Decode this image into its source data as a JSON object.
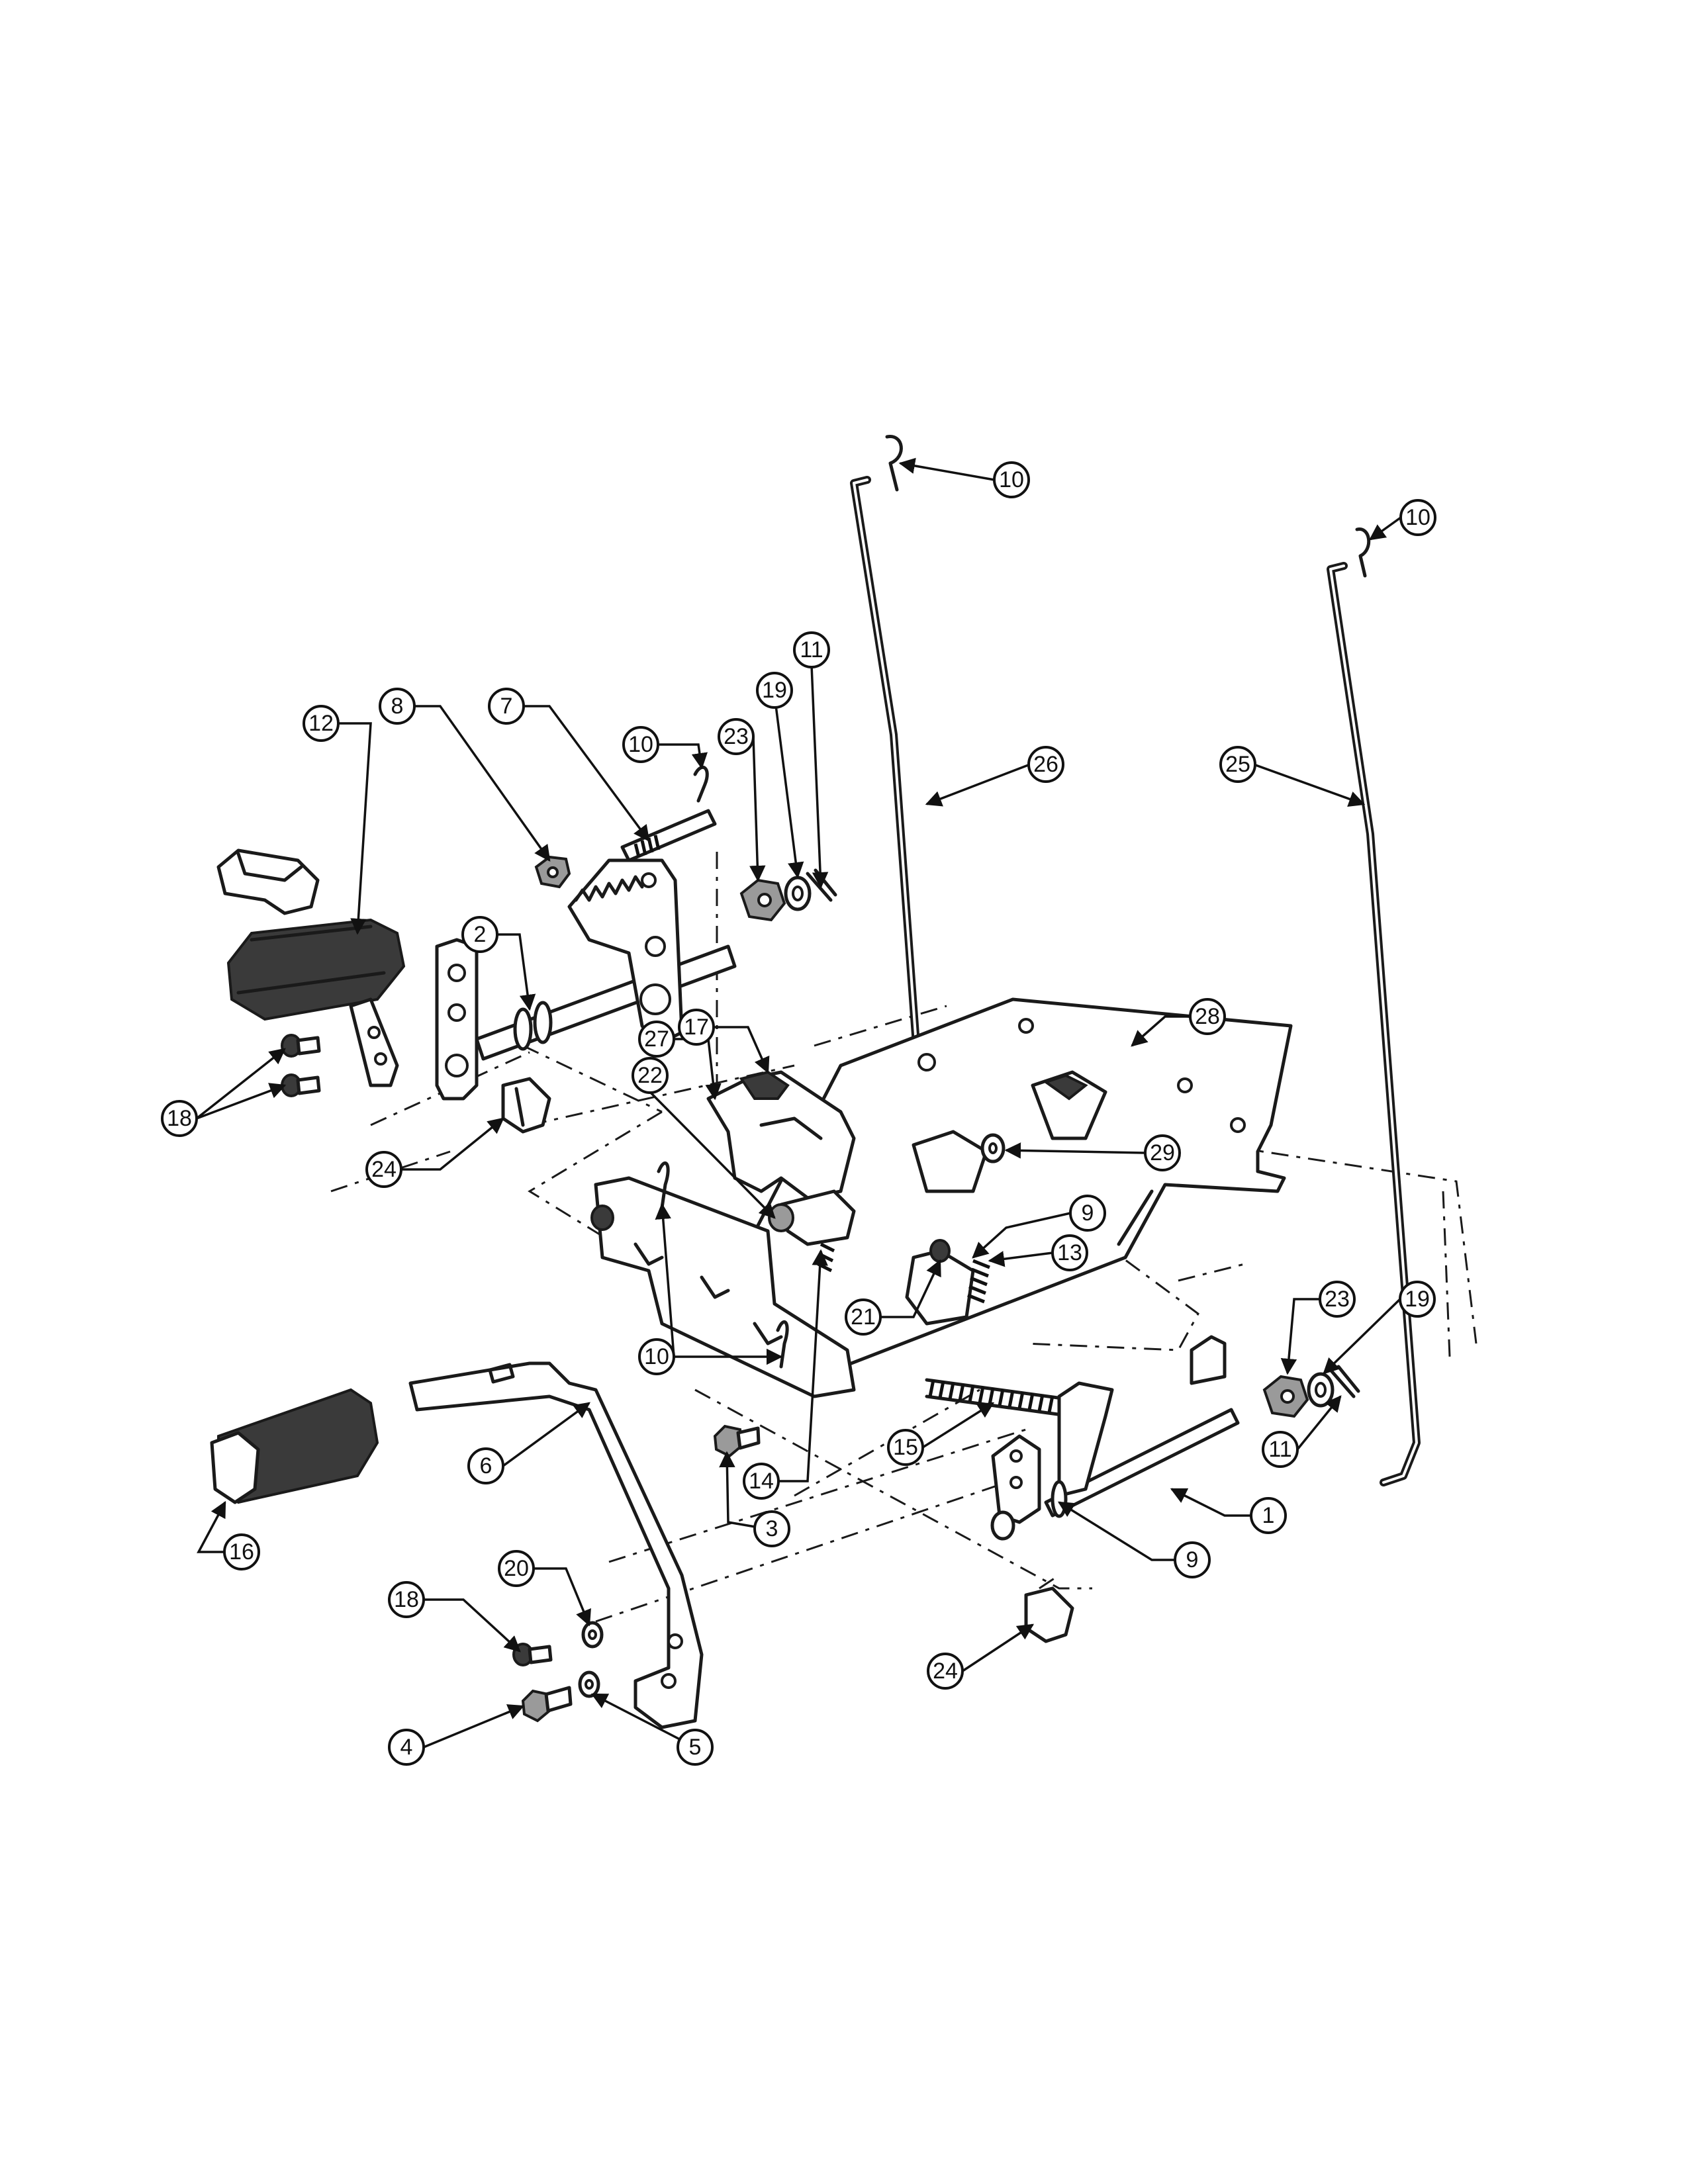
{
  "callouts": [
    {
      "id": "c-10a",
      "label": "10"
    },
    {
      "id": "c-10b",
      "label": "10"
    },
    {
      "id": "c-11a",
      "label": "11"
    },
    {
      "id": "c-19a",
      "label": "19"
    },
    {
      "id": "c-23a",
      "label": "23"
    },
    {
      "id": "c-10c",
      "label": "10"
    },
    {
      "id": "c-7",
      "label": "7"
    },
    {
      "id": "c-8",
      "label": "8"
    },
    {
      "id": "c-12",
      "label": "12"
    },
    {
      "id": "c-26",
      "label": "26"
    },
    {
      "id": "c-25",
      "label": "25"
    },
    {
      "id": "c-2",
      "label": "2"
    },
    {
      "id": "c-17",
      "label": "17"
    },
    {
      "id": "c-27",
      "label": "27"
    },
    {
      "id": "c-28",
      "label": "28"
    },
    {
      "id": "c-22",
      "label": "22"
    },
    {
      "id": "c-18a",
      "label": "18"
    },
    {
      "id": "c-24a",
      "label": "24"
    },
    {
      "id": "c-29",
      "label": "29"
    },
    {
      "id": "c-9a",
      "label": "9"
    },
    {
      "id": "c-13",
      "label": "13"
    },
    {
      "id": "c-21",
      "label": "21"
    },
    {
      "id": "c-10d",
      "label": "10"
    },
    {
      "id": "c-23b",
      "label": "23"
    },
    {
      "id": "c-19b",
      "label": "19"
    },
    {
      "id": "c-6",
      "label": "6"
    },
    {
      "id": "c-15",
      "label": "15"
    },
    {
      "id": "c-11b",
      "label": "11"
    },
    {
      "id": "c-14",
      "label": "14"
    },
    {
      "id": "c-1",
      "label": "1"
    },
    {
      "id": "c-3",
      "label": "3"
    },
    {
      "id": "c-16",
      "label": "16"
    },
    {
      "id": "c-9b",
      "label": "9"
    },
    {
      "id": "c-20",
      "label": "20"
    },
    {
      "id": "c-18b",
      "label": "18"
    },
    {
      "id": "c-24b",
      "label": "24"
    },
    {
      "id": "c-4",
      "label": "4"
    },
    {
      "id": "c-5",
      "label": "5"
    }
  ]
}
